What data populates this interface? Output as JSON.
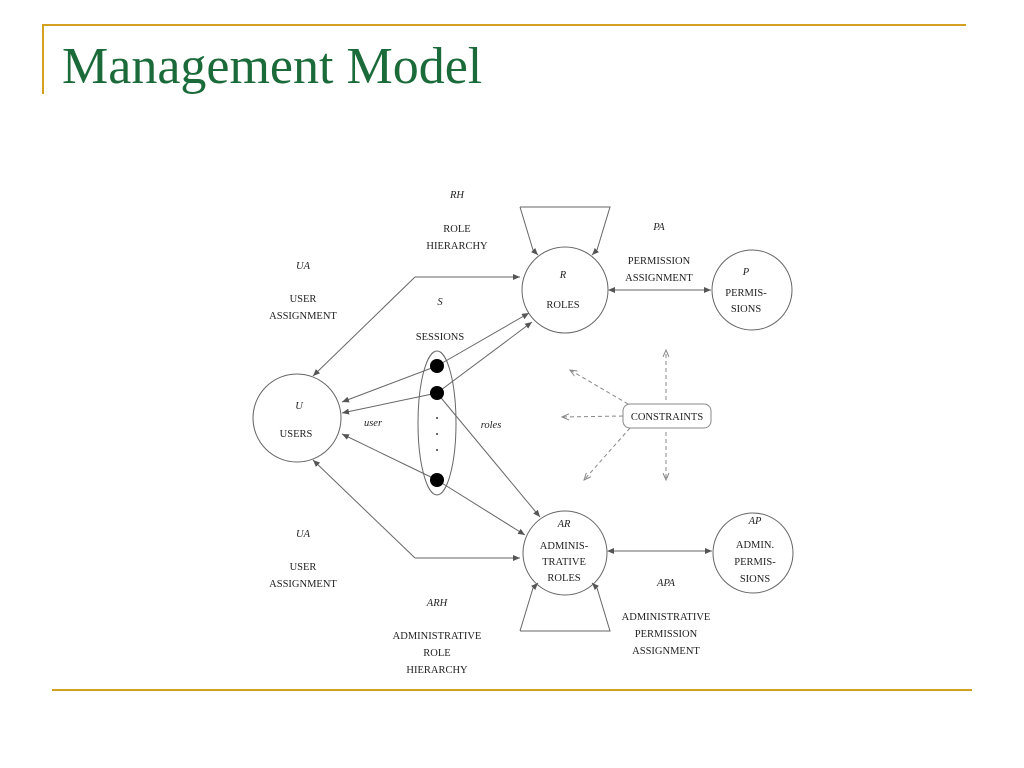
{
  "slide": {
    "title": "Management Model"
  },
  "colors": {
    "title": "#1b6b3a",
    "rule": "#d4a020",
    "line": "#666666",
    "dashed": "#888888"
  },
  "diagram": {
    "rh": {
      "sym": "RH",
      "line1": "ROLE",
      "line2": "HIERARCHY"
    },
    "pa": {
      "sym": "PA",
      "line1": "PERMISSION",
      "line2": "ASSIGNMENT"
    },
    "ua_top": {
      "sym": "UA",
      "line1": "USER",
      "line2": "ASSIGNMENT"
    },
    "sessions": {
      "sym": "S",
      "label": "SESSIONS"
    },
    "roles": {
      "sym": "R",
      "label": "ROLES"
    },
    "permissions": {
      "sym": "P",
      "line1": "PERMIS-",
      "line2": "SIONS"
    },
    "users": {
      "sym": "U",
      "label": "USERS"
    },
    "edge_user": "user",
    "edge_roles": "roles",
    "constraints": "CONSTRAINTS",
    "ua_bottom": {
      "sym": "UA",
      "line1": "USER",
      "line2": "ASSIGNMENT"
    },
    "admin_roles": {
      "sym": "AR",
      "line1": "ADMINIS-",
      "line2": "TRATIVE",
      "line3": "ROLES"
    },
    "admin_permissions": {
      "sym": "AP",
      "line1": "ADMIN.",
      "line2": "PERMIS-",
      "line3": "SIONS"
    },
    "arh": {
      "sym": "ARH",
      "line1": "ADMINISTRATIVE",
      "line2": "ROLE",
      "line3": "HIERARCHY"
    },
    "apa": {
      "sym": "APA",
      "line1": "ADMINISTRATIVE",
      "line2": "PERMISSION",
      "line3": "ASSIGNMENT"
    }
  }
}
